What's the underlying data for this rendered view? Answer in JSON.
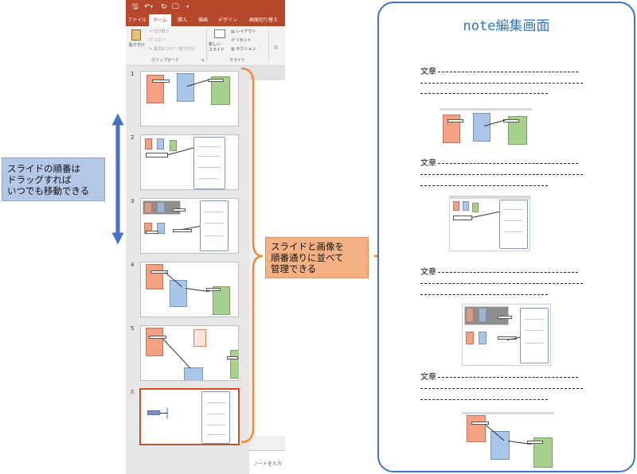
{
  "app": {
    "quick_access": {
      "save_icon": "save-icon",
      "undo_icon": "undo-icon",
      "redo_icon": "redo-icon",
      "start_icon": "start-from-beginning-icon",
      "customize_icon": "chevron-down-icon"
    },
    "tabs": [
      "ファイル",
      "ホーム",
      "挿入",
      "描画",
      "デザイン",
      "画面切り替え"
    ],
    "active_tab": "ホーム",
    "ribbon": {
      "paste_label": "貼り付け",
      "cut_label": "切り取り",
      "copy_label": "コピー",
      "format_painter_label": "書式のコピー/貼り付け",
      "clipboard_group": "クリップボード",
      "new_slide_label": "新しい\nスライド",
      "layout_label": "レイアウト",
      "reset_label": "リセット",
      "section_label": "セクション",
      "slides_group": "スライド",
      "bold_glyph": "B"
    },
    "slides": [
      {
        "number": "1"
      },
      {
        "number": "2"
      },
      {
        "number": "3"
      },
      {
        "number": "4"
      },
      {
        "number": "5"
      },
      {
        "number": "6",
        "selected": true
      }
    ],
    "notes_placeholder": "ノートを入力"
  },
  "callouts": {
    "reorder": [
      "スライドの順番は",
      "ドラッグすれば",
      "いつでも移動できる"
    ],
    "manage": [
      "スライドと画像を",
      "順番通りに並べて",
      "管理できる"
    ]
  },
  "note": {
    "title": "note編集画面",
    "sections": [
      {
        "label": "文章"
      },
      {
        "label": "文章"
      },
      {
        "label": "文章"
      },
      {
        "label": "文章"
      }
    ]
  },
  "colors": {
    "ppt_accent": "#b7472a",
    "selected_slide_border": "#c5522a",
    "blue_callout": "#b4c7e7",
    "orange_callout": "#f4b183",
    "brace_orange": "#f08a3c",
    "double_arrow": "#4472c4",
    "note_panel_border": "#4472c4",
    "note_title": "#2e75b6"
  }
}
